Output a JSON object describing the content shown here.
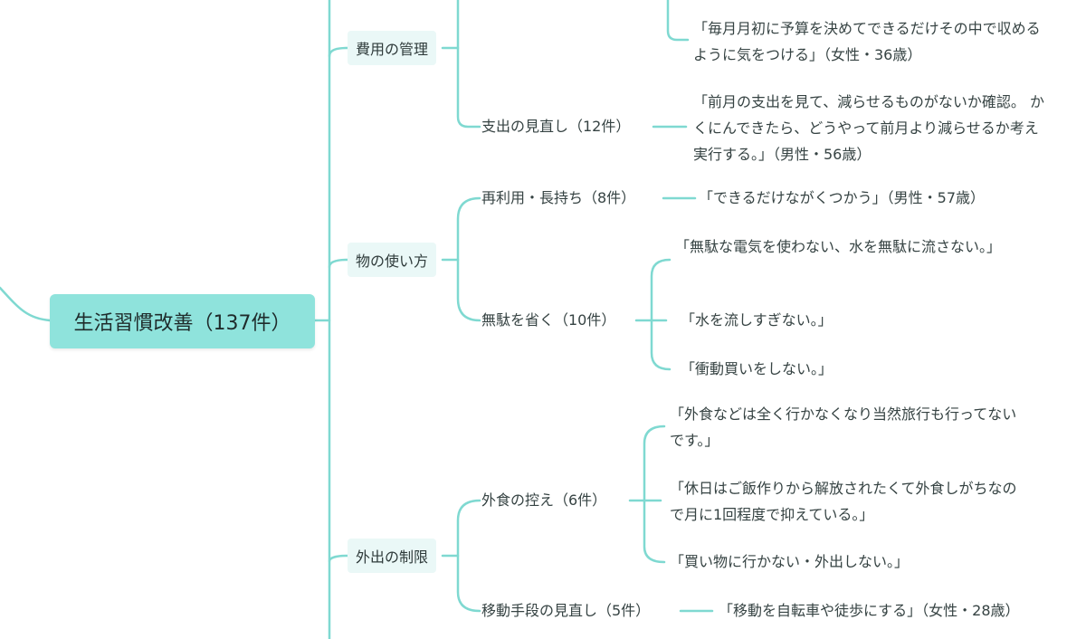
{
  "colors": {
    "line": "#7fd9d1",
    "root_fill": "#8fe3dc",
    "branch_fill": "#eaf8f7"
  },
  "root": {
    "label": "生活習慣改善（137件）"
  },
  "branches": {
    "cost": {
      "label": "費用の管理",
      "subs": {
        "budget": {
          "comment": "「毎月月初に予算を決めてできるだけその中で収めるように気をつける」（女性・36歳）"
        },
        "review": {
          "label": "支出の見直し（12件）",
          "comment": "「前月の支出を見て、減らせるものがないか確認。 かくにんできたら、どうやって前月より減らせるか考え実行する。」（男性・56歳）"
        }
      }
    },
    "usage": {
      "label": "物の使い方",
      "subs": {
        "reuse": {
          "label": "再利用・長持ち（8件）",
          "comment": "「できるだけながくつかう」（男性・57歳）"
        },
        "waste": {
          "label": "無駄を省く（10件）",
          "comments": [
            "「無駄な電気を使わない、水を無駄に流さない。」",
            "「水を流しすぎない。」",
            "「衝動買いをしない。」"
          ]
        }
      }
    },
    "outing": {
      "label": "外出の制限",
      "subs": {
        "dining": {
          "label": "外食の控え（6件）",
          "comments": [
            "「外食などは全く行かなくなり当然旅行も行ってないです。」",
            "「休日はご飯作りから解放されたくて外食しがちなので月に1回程度で抑えている。」",
            "「買い物に行かない・外出しない。」"
          ]
        },
        "transport": {
          "label": "移動手段の見直し（5件）",
          "comment": "「移動を自転車や徒歩にする」（女性・28歳）"
        }
      }
    }
  }
}
